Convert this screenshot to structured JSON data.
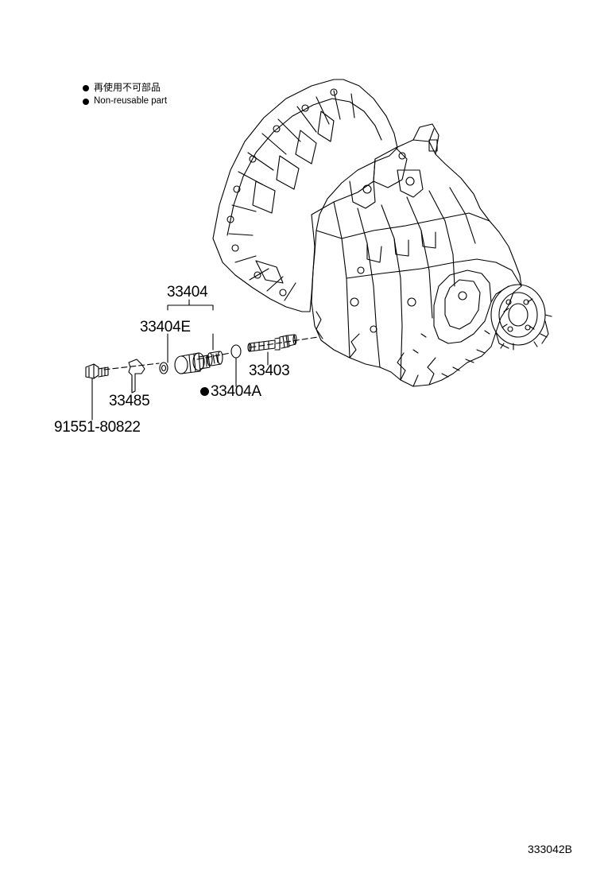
{
  "legend": {
    "items": [
      {
        "text_jp": "再使用不可部品",
        "text_en": "Non-reusable part"
      }
    ]
  },
  "parts": [
    {
      "number": "33404",
      "non_reusable": false
    },
    {
      "number": "33404E",
      "non_reusable": false
    },
    {
      "number": "33403",
      "non_reusable": false
    },
    {
      "number": "33404A",
      "non_reusable": true
    },
    {
      "number": "33485",
      "non_reusable": false
    },
    {
      "number": "91551-80822",
      "non_reusable": false
    }
  ],
  "diagram_ref": "333042B",
  "colors": {
    "line": "#000000",
    "background": "#ffffff"
  }
}
